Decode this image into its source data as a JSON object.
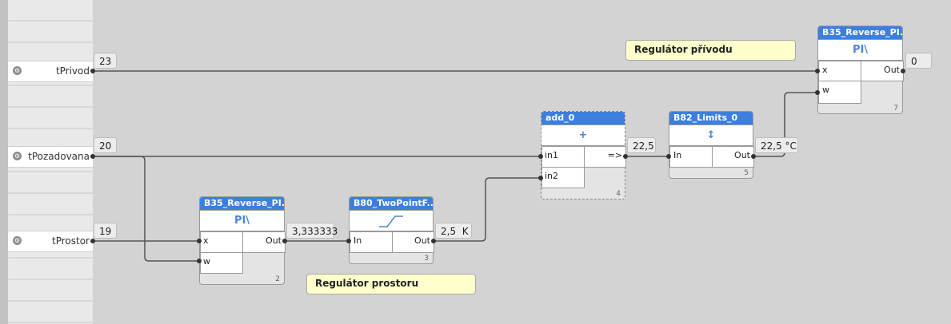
{
  "inputs": [
    {
      "name": "tPrivod",
      "value": "23"
    },
    {
      "name": "tPozadovana",
      "value": "20"
    },
    {
      "name": "tProstor",
      "value": "19"
    }
  ],
  "blocks": {
    "pi_privod": {
      "title": "B35_Reverse_PI...",
      "symbol": "PI\\",
      "port_x": "x",
      "port_w": "w",
      "port_out": "Out",
      "number": "7",
      "output": "0"
    },
    "pi_prostor": {
      "title": "B35_Reverse_PI...",
      "symbol": "PI\\",
      "port_x": "x",
      "port_w": "w",
      "port_out": "Out",
      "number": "2",
      "output": "3,333333"
    },
    "two_point": {
      "title": "B80_TwoPointF...",
      "port_in": "In",
      "port_out": "Out",
      "number": "3",
      "output": "2,5  K"
    },
    "add": {
      "title": "add_0",
      "symbol": "+",
      "port_in1": "in1",
      "port_in2": "in2",
      "port_out": "=>",
      "number": "4",
      "output": "22,5"
    },
    "limits": {
      "title": "B82_Limits_0",
      "symbol": "↕",
      "port_in": "In",
      "port_out": "Out",
      "number": "5",
      "output": "22,5 °C"
    }
  },
  "notes": {
    "privod": "Regulátor přívodu",
    "prostor": "Regulátor prostoru"
  },
  "colors": {
    "block_header": "#3d7fde",
    "note_bg": "#ffffcc",
    "canvas": "#d3d3d3"
  }
}
